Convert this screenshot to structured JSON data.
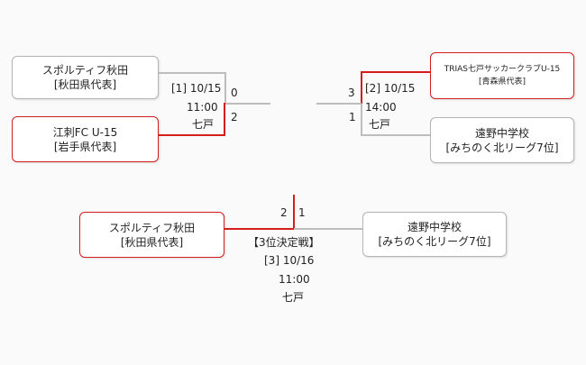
{
  "match1": {
    "team_top": {
      "name": "スポルティフ秋田",
      "region": "[秋田県代表]"
    },
    "team_bottom": {
      "name": "江刺FC U-15",
      "region": "[岩手県代表]"
    },
    "number_date": "[1] 10/15",
    "time": "11:00",
    "venue": "七戸",
    "score_top": "0",
    "score_bottom": "2"
  },
  "match2": {
    "team_top": {
      "name": "TRIAS七戸サッカークラブU-15",
      "region": "[青森県代表]"
    },
    "team_bottom": {
      "name": "遠野中学校",
      "region": "[みちのく北リーグ7位]"
    },
    "number_date": "[2] 10/15",
    "time": "14:00",
    "venue": "七戸",
    "score_top": "3",
    "score_bottom": "1"
  },
  "third_place": {
    "team_left": {
      "name": "スポルティフ秋田",
      "region": "[秋田県代表]"
    },
    "team_right": {
      "name": "遠野中学校",
      "region": "[みちのく北リーグ7位]"
    },
    "title": "【3位決定戦】",
    "number_date": "[3] 10/16",
    "time": "11:00",
    "venue": "七戸",
    "score_left": "2",
    "score_right": "1"
  },
  "colors": {
    "winner_line": "#d41e1e",
    "line": "#bdbdbd",
    "background": "#fafafa"
  }
}
